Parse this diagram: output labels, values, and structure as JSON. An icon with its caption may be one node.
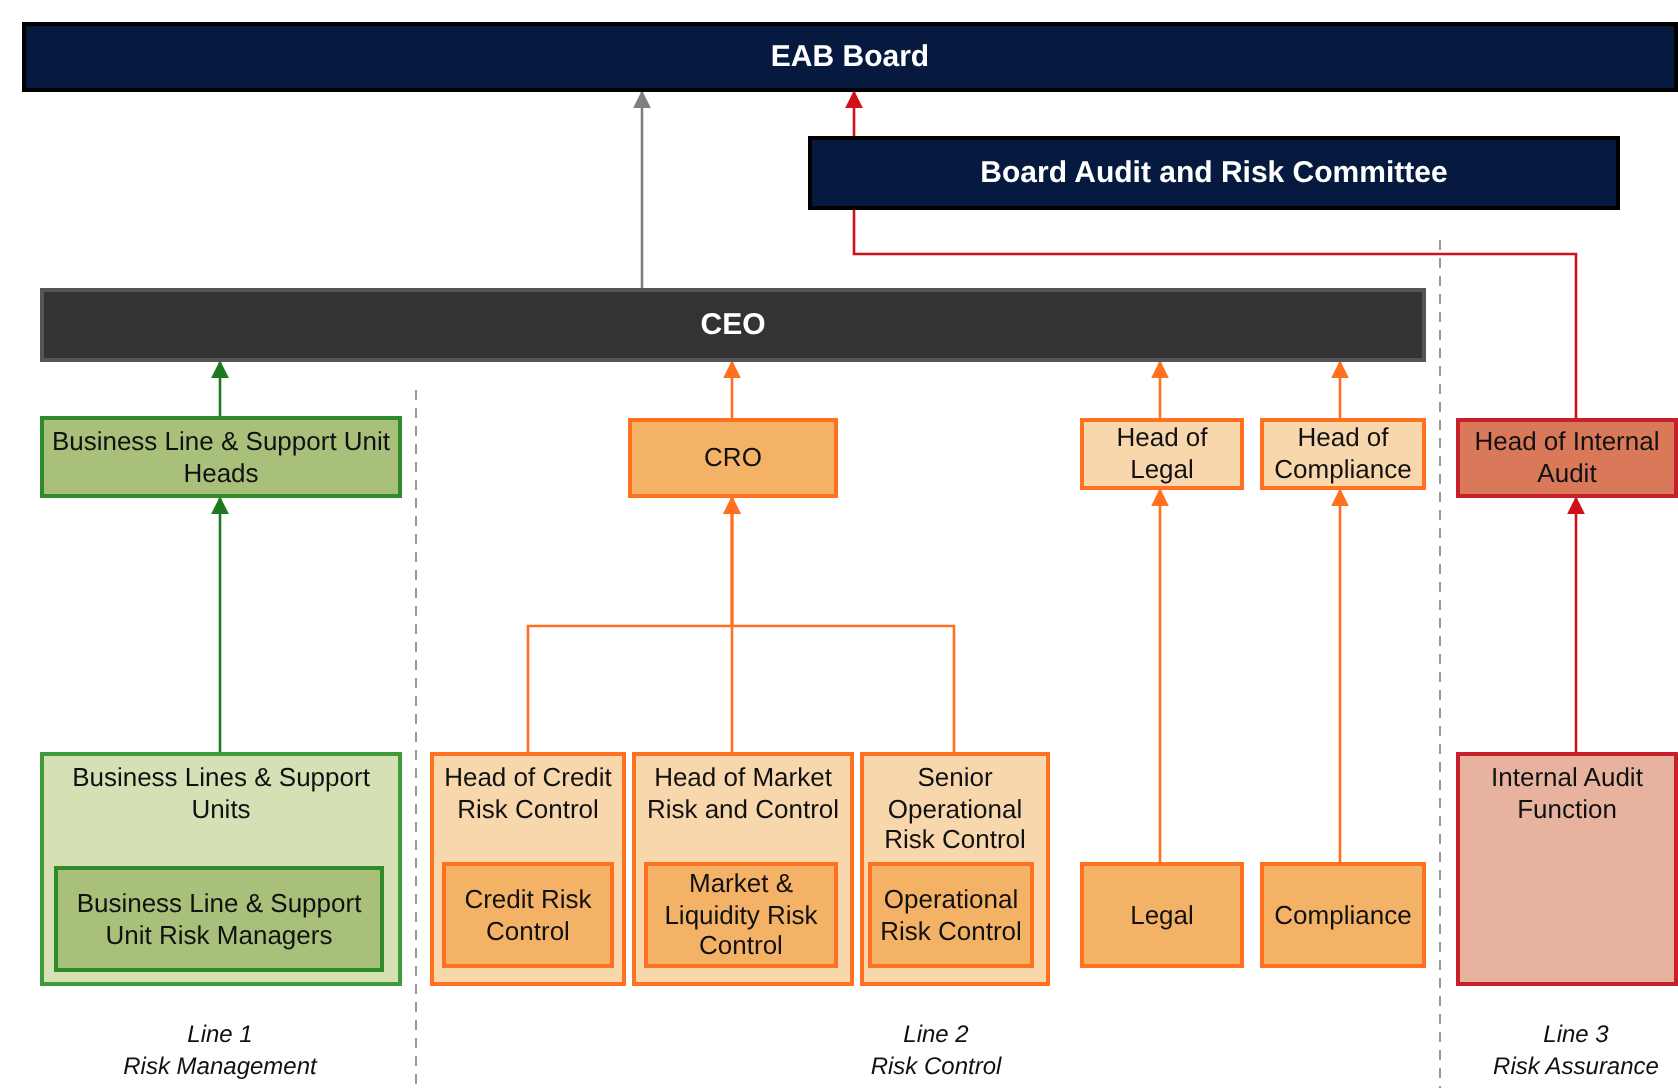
{
  "diagram": {
    "nodes": [
      {
        "text": [
          "EAB Board"
        ]
      },
      {
        "text": [
          "Board Audit and Risk Committee"
        ]
      },
      {
        "text": [
          "CEO"
        ]
      },
      {
        "text": [
          "Business Line & Support Unit Heads"
        ]
      },
      {
        "text": [
          "CRO"
        ]
      },
      {
        "text": [
          "Head of Legal"
        ]
      },
      {
        "text": [
          "Head of Compliance"
        ]
      },
      {
        "text": [
          "Head of Internal Audit"
        ]
      },
      {
        "text": [
          "Business Lines & Support Units"
        ]
      },
      {
        "text": [
          "Business Line & Support Unit Risk Managers"
        ],
        "in": 8
      },
      {
        "text": [
          "Head of Credit Risk Control"
        ]
      },
      {
        "text": [
          "Credit Risk Control"
        ],
        "in": 10
      },
      {
        "text": [
          "Head of Market Risk and Control"
        ]
      },
      {
        "text": [
          "Market & Liquidity Risk Control"
        ],
        "in": 12
      },
      {
        "text": [
          "Senior Operational Risk Control"
        ]
      },
      {
        "text": [
          "Operational Risk Control"
        ],
        "in": 14
      },
      {
        "text": [
          "Legal"
        ]
      },
      {
        "text": [
          "Compliance"
        ]
      },
      {
        "text": [
          "Internal Audit Function"
        ]
      }
    ],
    "edges": [
      {
        "from": 2,
        "to": 0,
        "arrow": "to",
        "color": "#808080"
      },
      {
        "from": 7,
        "to": 1,
        "arrow": "none",
        "color": "#d0101a"
      },
      {
        "from": 1,
        "to": 0,
        "arrow": "to",
        "color": "#d0101a"
      },
      {
        "from": 3,
        "to": 2,
        "arrow": "to",
        "color": "#1f7a1f"
      },
      {
        "from": 8,
        "to": 3,
        "arrow": "to",
        "color": "#1f7a1f"
      },
      {
        "from": 4,
        "to": 2,
        "arrow": "to"
      },
      {
        "from": 10,
        "to": 4,
        "arrow": "to"
      },
      {
        "from": 12,
        "to": 4,
        "arrow": "to"
      },
      {
        "from": 14,
        "to": 4,
        "arrow": "to"
      },
      {
        "from": 5,
        "to": 2,
        "arrow": "to"
      },
      {
        "from": 6,
        "to": 2,
        "arrow": "to"
      },
      {
        "from": 16,
        "to": 5,
        "arrow": "to"
      },
      {
        "from": 17,
        "to": 6,
        "arrow": "to"
      },
      {
        "from": 18,
        "to": 7,
        "arrow": "to",
        "color": "#d0101a"
      }
    ],
    "labels": [
      "Line 1",
      "Risk Management",
      "Line 2",
      "Risk Control",
      "Line 3",
      "Risk Assurance"
    ]
  }
}
